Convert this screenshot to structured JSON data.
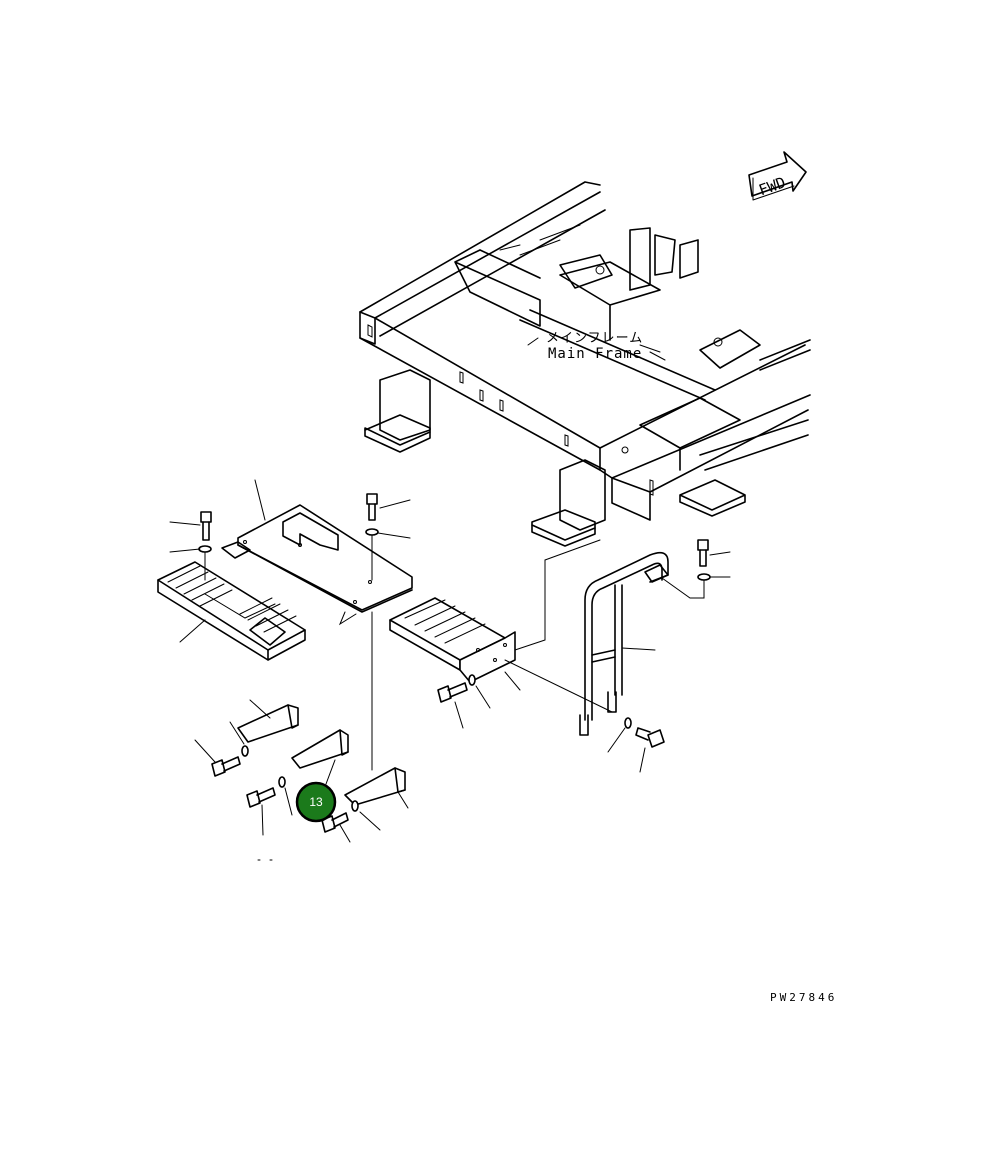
{
  "diagram": {
    "fwd_label": "FWD",
    "main_frame_label_jp": "メインフレーム",
    "main_frame_label_en": "Main Frame",
    "part_number": "PW27846",
    "callout": {
      "number": "13",
      "color": "#1b7a1b"
    }
  }
}
